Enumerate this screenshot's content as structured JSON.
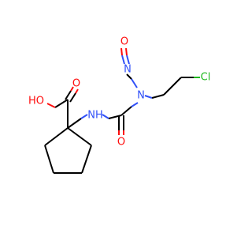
{
  "molecule": {
    "atom_labels": {
      "oxygen_top": "O",
      "nitrogen_nitroso": "N",
      "chlorine": "Cl",
      "carbonyl_oxygen_top": "O",
      "hydroxyl": "HO",
      "nh": "NH",
      "nitrogen_central": "N",
      "carbonyl_oxygen_right": "O"
    },
    "colors": {
      "bond": "#000000",
      "oxygen": "#ff0d0d",
      "nitrogen": "#3050f8",
      "chlorine": "#1fb81f",
      "background": "#ffffff"
    }
  }
}
